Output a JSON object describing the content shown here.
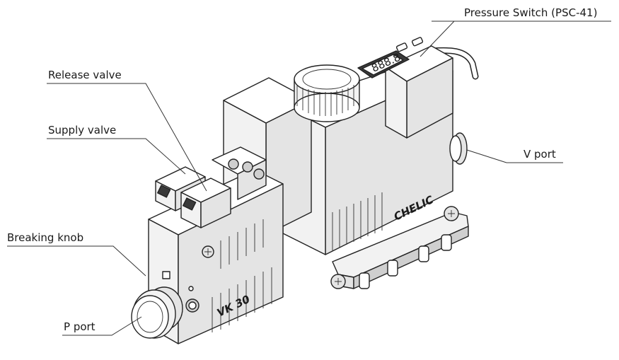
{
  "labels": {
    "pressure_switch": "Pressure Switch (PSC-41)",
    "release_valve": "Release valve",
    "supply_valve": "Supply valve",
    "v_port": "V port",
    "breaking_knob": "Breaking knob",
    "p_port": "P port"
  },
  "markings": {
    "brand": "CHELIC",
    "model": "VK 30",
    "display": "888.8"
  }
}
